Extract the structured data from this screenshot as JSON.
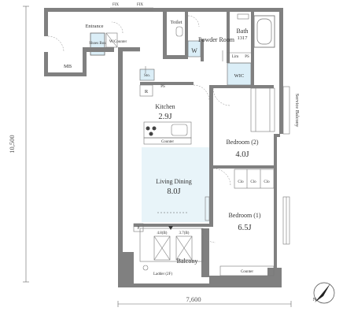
{
  "rooms": {
    "entrance": "Entrance",
    "shoes_box": "Shoes Box",
    "wcounter": "W/Counter",
    "mb": "MB",
    "toilet": "Toilet",
    "powder_room": "Powder Room",
    "bath": "Bath",
    "bath_size": "1317",
    "w": "W",
    "sto": "Sto.",
    "r": "R",
    "ps": "PS",
    "lim": "Lim",
    "wic": "WIC",
    "kitchen": "Kitchen",
    "kitchen_size": "2.9J",
    "counter": "Counter",
    "living_dining": "Living Dining",
    "living_dining_size": "8.0J",
    "bedroom2": "Bedroom (2)",
    "bedroom2_size": "4.0J",
    "bedroom1": "Bedroom (1)",
    "bedroom1_size": "6.5J",
    "clo": "Clo",
    "service_balcony": "Service Balcony",
    "balcony": "Balcony",
    "ladder": "Ladder (2F)",
    "outdoor_unit_a": "4.8(B)",
    "outdoor_unit_b": "3.7(B)",
    "p": "P",
    "fix": "FIX"
  },
  "dimensions": {
    "height": "10,500",
    "width": "7,600"
  },
  "compass": {
    "label": "N"
  },
  "colors": {
    "wall": "#808080",
    "living_fill": "#e8f4f9",
    "sto_fill": "#dbeef7",
    "line": "#555555"
  }
}
